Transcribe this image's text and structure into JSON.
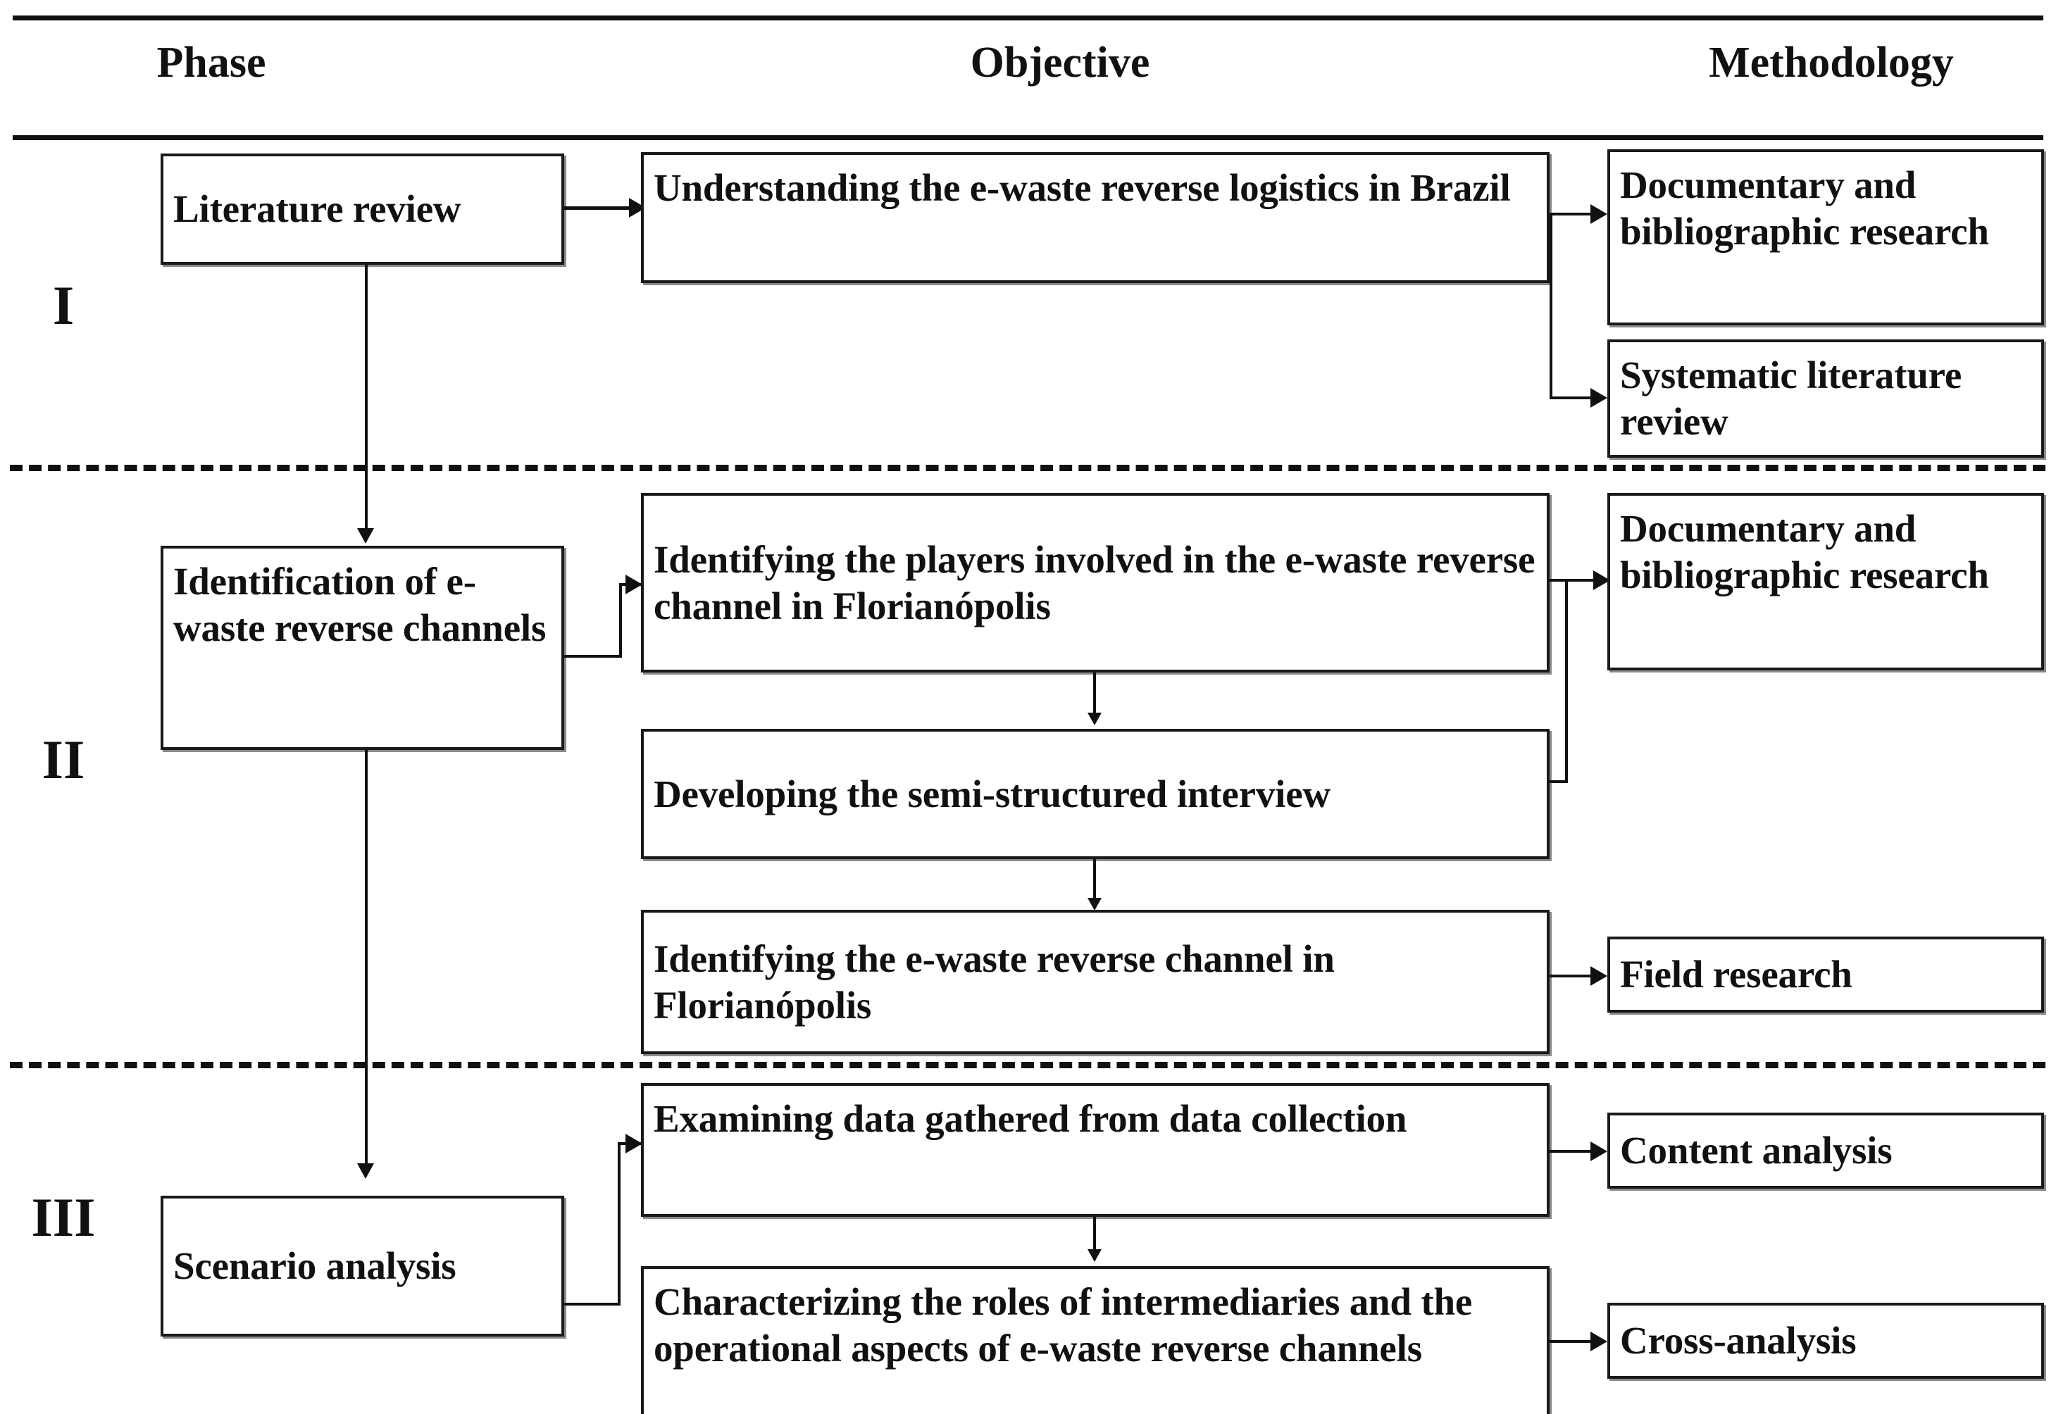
{
  "figure": {
    "columns": [
      {
        "key": "phase",
        "label": "Phase"
      },
      {
        "key": "objective",
        "label": "Objective"
      },
      {
        "key": "methodology",
        "label": "Methodology"
      }
    ],
    "phases": [
      {
        "numeral": "I",
        "phase_boxes": [
          {
            "id": "literature-review",
            "label": "Literature review"
          }
        ],
        "objective_boxes": [
          {
            "id": "understanding-ewaste-rl",
            "label": "Understanding the e-waste reverse logistics in Brazil"
          }
        ],
        "methodology_boxes": [
          {
            "id": "documentary-bibliographic-research-1",
            "label": "Documentary and bibliographic research"
          },
          {
            "id": "systematic-literature-review",
            "label": "Systematic literature review"
          }
        ]
      },
      {
        "numeral": "II",
        "phase_boxes": [
          {
            "id": "identification-ewaste-reverse-channels",
            "label": "Identification of e-waste reverse channels"
          }
        ],
        "objective_boxes": [
          {
            "id": "identifying-players",
            "label": "Identifying the players involved in the e-waste reverse channel in Florianópolis"
          },
          {
            "id": "developing-semi-structured-interview",
            "label": "Developing the semi-structured interview"
          },
          {
            "id": "identifying-reverse-channel",
            "label": "Identifying the e-waste reverse channel in Florianópolis"
          }
        ],
        "methodology_boxes": [
          {
            "id": "documentary-bibliographic-research-2",
            "label": "Documentary and bibliographic research"
          },
          {
            "id": "field-research",
            "label": "Field research"
          }
        ]
      },
      {
        "numeral": "III",
        "phase_boxes": [
          {
            "id": "scenario-analysis",
            "label": "Scenario analysis"
          }
        ],
        "objective_boxes": [
          {
            "id": "examining-data",
            "label": "Examining data gathered from data collection"
          },
          {
            "id": "characterizing-roles",
            "label": "Characterizing the roles of intermediaries and the operational aspects of e-waste reverse channels"
          }
        ],
        "methodology_boxes": [
          {
            "id": "content-analysis",
            "label": "Content analysis"
          },
          {
            "id": "cross-analysis",
            "label": "Cross-analysis"
          }
        ]
      }
    ],
    "colors": {
      "line": "#111111",
      "box_border": "#1a1a1a",
      "box_shadow": "#8a8a8a",
      "background": "#ffffff",
      "text": "#111111"
    }
  }
}
